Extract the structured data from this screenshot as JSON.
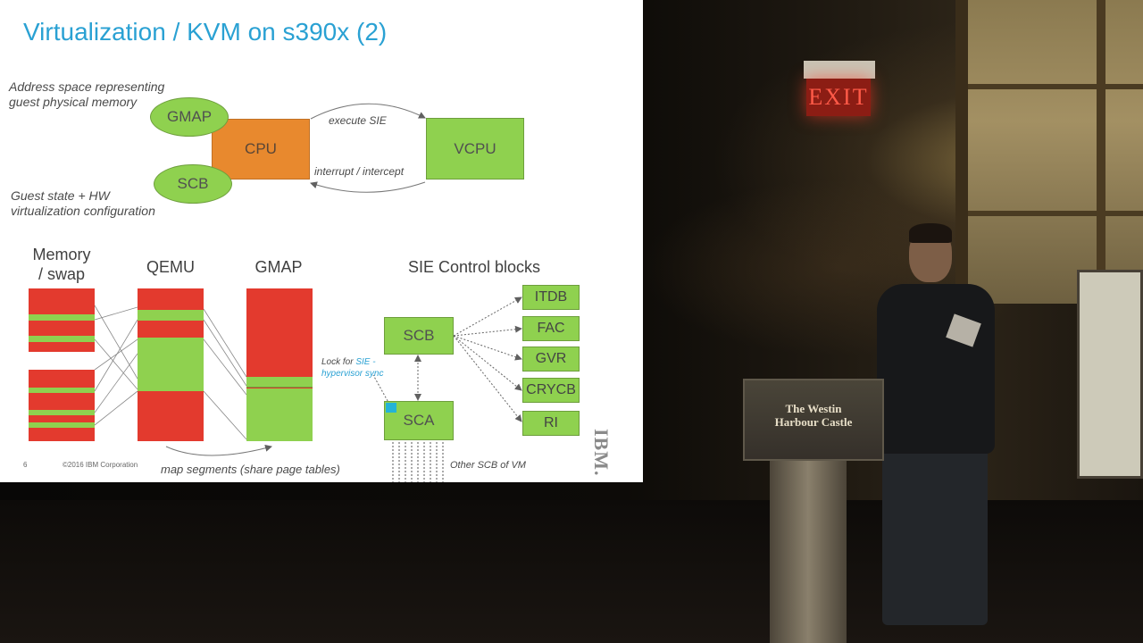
{
  "slide": {
    "title": "Virtualization / KVM on s390x (2)",
    "top_diagram": {
      "note_address_line1": "Address space representing",
      "note_address_line2": "guest physical memory",
      "gmap": "GMAP",
      "cpu": "CPU",
      "scb": "SCB",
      "vcpu": "VCPU",
      "execute_sie": "execute SIE",
      "interrupt_intercept": "interrupt / intercept",
      "note_guest_line1": "Guest state + HW",
      "note_guest_line2": "virtualization configuration"
    },
    "bottom_diagram": {
      "memory_line1": "Memory",
      "memory_line2": "/ swap",
      "qemu": "QEMU",
      "gmap": "GMAP",
      "map_segments": "map segments (share page tables)",
      "sie_control_blocks": "SIE Control blocks",
      "scb": "SCB",
      "sca": "SCA",
      "lock_prefix": "Lock for ",
      "lock_sie": "SIE -",
      "lock_line2": "hypervisor sync",
      "other_scb": "Other SCB of VM",
      "blocks": [
        "ITDB",
        "FAC",
        "GVR",
        "CRYCB",
        "RI"
      ]
    },
    "footer": {
      "page_number": "6",
      "copyright": "©2016 IBM Corporation",
      "logo": "IBM."
    },
    "colors": {
      "title": "#2aa1d3",
      "green": "#8fd14f",
      "orange": "#e8892e",
      "red": "#e33a2e"
    }
  },
  "scene": {
    "exit_sign": "EXIT",
    "podium_line1": "The Westin",
    "podium_line2": "Harbour Castle"
  }
}
